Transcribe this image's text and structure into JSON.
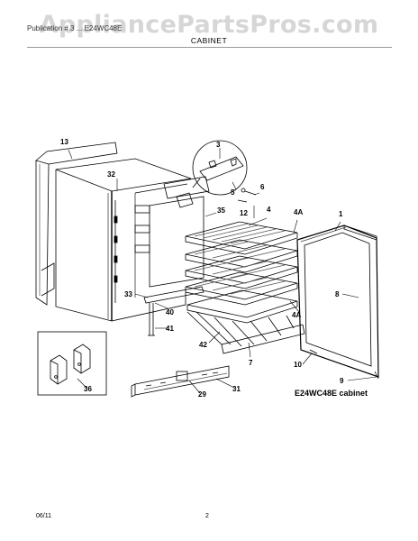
{
  "watermark": "AppliancePartsPros.com",
  "header": {
    "text": "Publication # 3 ... E24WC48E",
    "title": "CABINET"
  },
  "callouts": {
    "c13": "13",
    "c32": "32",
    "c3": "3",
    "c5": "5",
    "c6": "6",
    "c12": "12",
    "c35": "35",
    "c4": "4",
    "c4A": "4A",
    "c4A_b": "4A",
    "c1": "1",
    "c8": "8",
    "c33": "33",
    "c40": "40",
    "c41": "41",
    "c42": "42",
    "c7": "7",
    "c10": "10",
    "c9": "9",
    "c36": "36",
    "c29": "29",
    "c31": "31"
  },
  "caption": "E24WC48E cabinet",
  "footer": {
    "date": "06/11",
    "page": "2"
  }
}
